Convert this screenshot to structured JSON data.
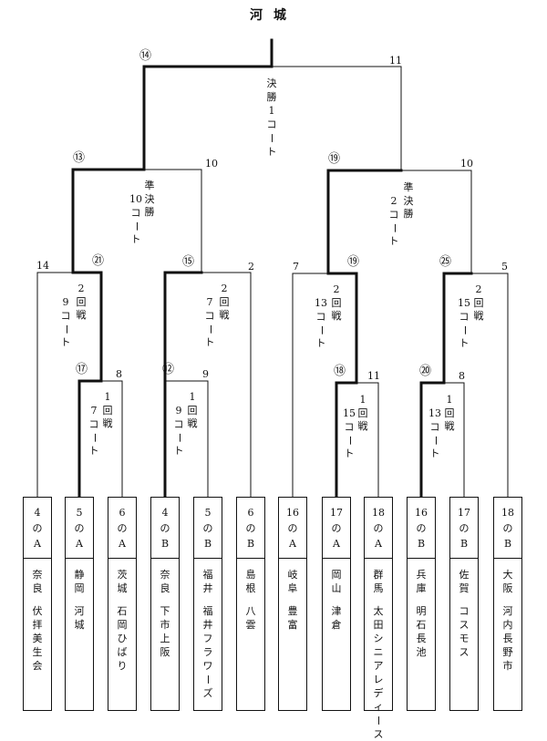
{
  "title": "河城",
  "rounds": {
    "final": {
      "label_chars": [
        "決",
        "勝",
        "1",
        "コ",
        "ー",
        "ト"
      ],
      "score_left": "⑭",
      "score_right": "11"
    },
    "semi_left": {
      "label_col1": [
        "準",
        "決",
        "勝"
      ],
      "label_col0": [
        "10",
        "コ",
        "ー",
        "ト"
      ],
      "score_left": "⑬",
      "score_right": "10"
    },
    "semi_right": {
      "label_col1": [
        "準",
        "決",
        "勝"
      ],
      "label_col0": [
        "2",
        "コ",
        "ー",
        "ト"
      ],
      "score_left": "⑲",
      "score_right": "10"
    },
    "r2_a": {
      "label_col1": [
        "2",
        "回",
        "戦"
      ],
      "label_col0": [
        "9",
        "コ",
        "ー",
        "ト"
      ],
      "score_left": "14",
      "score_right": "㉑"
    },
    "r2_b": {
      "label_col1": [
        "2",
        "回",
        "戦"
      ],
      "label_col0": [
        "7",
        "コ",
        "ー",
        "ト"
      ],
      "score_left": "⑮",
      "score_right": "2"
    },
    "r2_c": {
      "label_col1": [
        "2",
        "回",
        "戦"
      ],
      "label_col0": [
        "13",
        "コ",
        "ー",
        "ト"
      ],
      "score_left": "7",
      "score_right": "⑲"
    },
    "r2_d": {
      "label_col1": [
        "2",
        "回",
        "戦"
      ],
      "label_col0": [
        "15",
        "コ",
        "ー",
        "ト"
      ],
      "score_left": "㉕",
      "score_right": "5"
    },
    "r1_a": {
      "label_col1": [
        "1",
        "回",
        "戦"
      ],
      "label_col0": [
        "7",
        "コ",
        "ー",
        "ト"
      ],
      "score_left": "⑰",
      "score_right": "8"
    },
    "r1_b": {
      "label_col1": [
        "1",
        "回",
        "戦"
      ],
      "label_col0": [
        "9",
        "コ",
        "ー",
        "ト"
      ],
      "score_left": "⑫",
      "score_right": "9"
    },
    "r1_c": {
      "label_col1": [
        "1",
        "回",
        "戦"
      ],
      "label_col0": [
        "15",
        "コ",
        "ー",
        "ト"
      ],
      "score_left": "⑱",
      "score_right": "11"
    },
    "r1_d": {
      "label_col1": [
        "1",
        "回",
        "戦"
      ],
      "label_col0": [
        "13",
        "コ",
        "ー",
        "ト"
      ],
      "score_left": "⑳",
      "score_right": "8"
    }
  },
  "teams": [
    {
      "group": [
        "4",
        "の",
        "A"
      ],
      "pref": "奈良",
      "name": "伏拝美生会"
    },
    {
      "group": [
        "5",
        "の",
        "A"
      ],
      "pref": "静岡",
      "name": "河城"
    },
    {
      "group": [
        "6",
        "の",
        "A"
      ],
      "pref": "茨城",
      "name": "石岡ひばり"
    },
    {
      "group": [
        "4",
        "の",
        "B"
      ],
      "pref": "奈良",
      "name": "下市上阪"
    },
    {
      "group": [
        "5",
        "の",
        "B"
      ],
      "pref": "福井",
      "name": "福井フラワーズ"
    },
    {
      "group": [
        "6",
        "の",
        "B"
      ],
      "pref": "島根",
      "name": "八雲"
    },
    {
      "group": [
        "16",
        "の",
        "A"
      ],
      "pref": "岐阜",
      "name": "豊富"
    },
    {
      "group": [
        "17",
        "の",
        "A"
      ],
      "pref": "岡山",
      "name": "津倉"
    },
    {
      "group": [
        "18",
        "の",
        "A"
      ],
      "pref": "群馬",
      "name": "太田シニアレディース"
    },
    {
      "group": [
        "16",
        "の",
        "B"
      ],
      "pref": "兵庫",
      "name": "明石長池"
    },
    {
      "group": [
        "17",
        "の",
        "B"
      ],
      "pref": "佐賀",
      "name": "コスモス"
    },
    {
      "group": [
        "18",
        "の",
        "B"
      ],
      "pref": "大阪",
      "name": "河内長野市"
    }
  ]
}
